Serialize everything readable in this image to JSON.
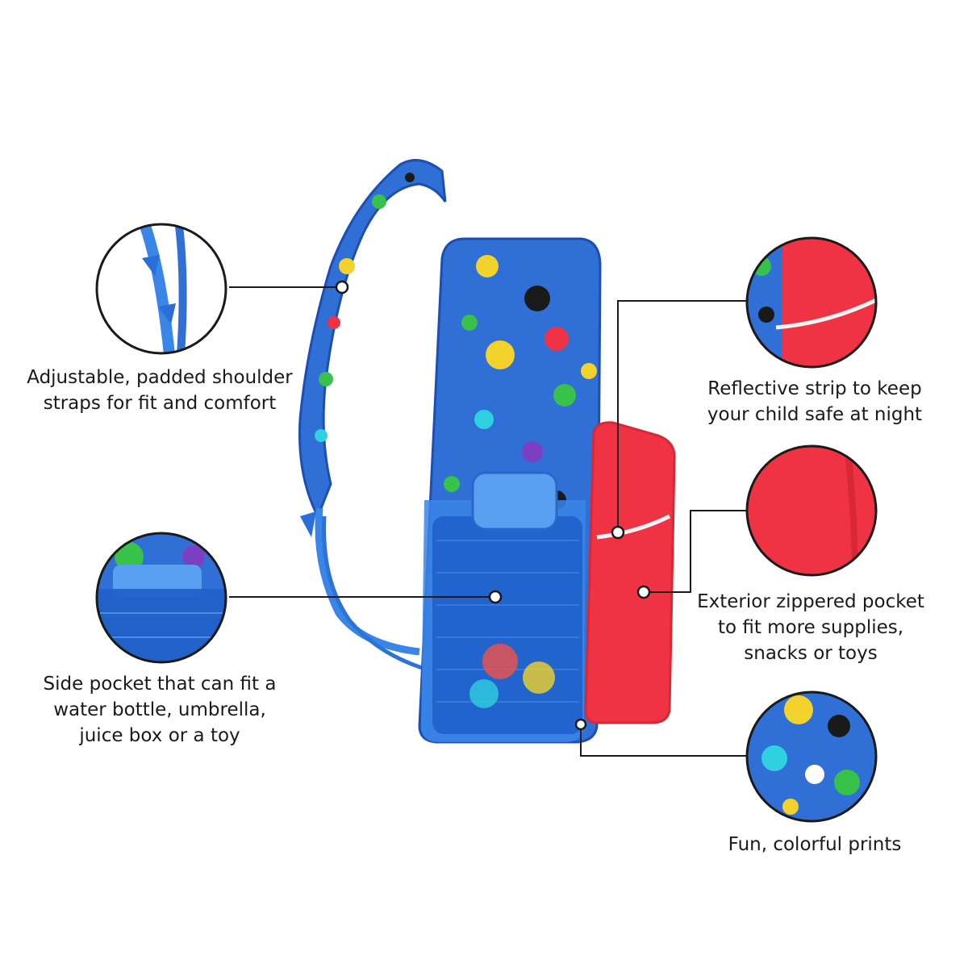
{
  "colors": {
    "bag_blue": "#2f6fd6",
    "bag_blue_dark": "#1d4fb2",
    "pocket_red": "#ef3345",
    "pocket_red_dark": "#d72838",
    "reflective_strip": "#f3f3f3",
    "callout_line": "#1a1a1a",
    "text": "#1a1a1a"
  },
  "callouts": {
    "straps": {
      "lines": [
        "Adjustable, padded shoulder",
        "straps for fit and comfort"
      ]
    },
    "side_pocket": {
      "lines": [
        "Side pocket that can fit a",
        "water bottle, umbrella,",
        "juice box or a toy"
      ]
    },
    "reflective": {
      "lines": [
        "Reflective strip to keep",
        "your child safe at night"
      ]
    },
    "exterior": {
      "lines": [
        "Exterior zippered pocket",
        "to fit more supplies,",
        "snacks or toys"
      ]
    },
    "prints": {
      "lines": [
        "Fun, colorful prints"
      ]
    }
  }
}
